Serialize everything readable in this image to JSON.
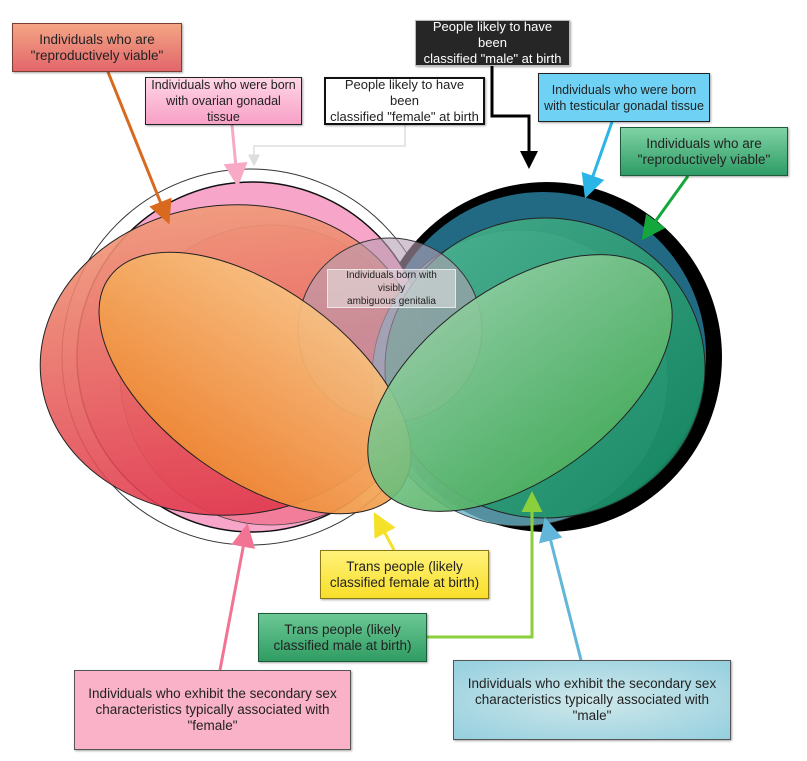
{
  "title": "Sex/gender classification Venn diagram",
  "colors": {
    "female_outer": "#f7a6c9",
    "female_repro": "#e8566a",
    "female_secondary": "#f0738f",
    "trans_female": "#f6b35c",
    "male_outer": "#000000",
    "male_gonadal": "#226a84",
    "male_repro": "#2a9b72",
    "male_secondary": "#5aa8c0",
    "trans_male": "#5dbf74",
    "ambiguous": "#b0a0b0"
  },
  "labels": {
    "repro_female": "Individuals who are\n\"reproductively viable\"",
    "ovarian": "Individuals who were born\nwith ovarian gonadal tissue",
    "female_birth": "People likely to have been\nclassified \"female\" at birth",
    "male_birth": "People likely to have been\nclassified \"male\" at birth",
    "testicular": "Individuals who were born\nwith testicular gonadal tissue",
    "repro_male": "Individuals who are\n\"reproductively viable\"",
    "ambiguous": "Individuals born with visibly\nambiguous genitalia",
    "trans_female": "Trans people (likely\nclassified female at birth)",
    "trans_male": "Trans people (likely\nclassified male at birth)",
    "secondary_female": "Individuals who exhibit the secondary sex\ncharacteristics typically associated with\n\"female\"",
    "secondary_male": "Individuals who exhibit the secondary sex\ncharacteristics typically associated with\n\"male\""
  }
}
